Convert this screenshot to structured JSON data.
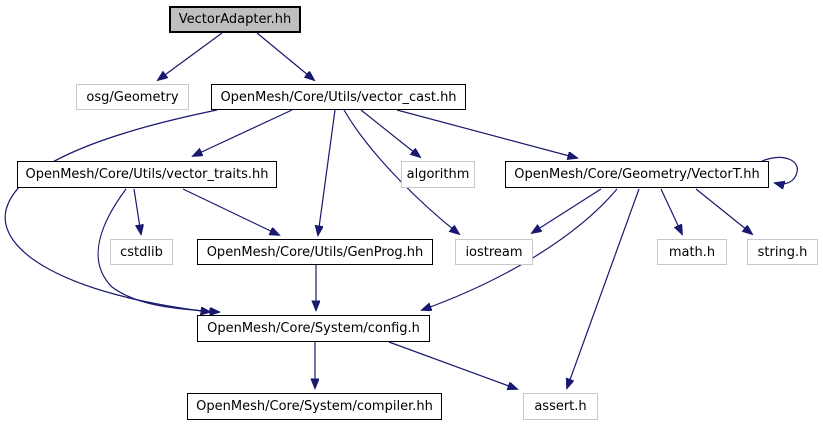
{
  "diagram": {
    "type": "include-dependency-graph",
    "nodes": {
      "vectoradapter": {
        "label": "VectorAdapter.hh",
        "kind": "root"
      },
      "osg_geometry": {
        "label": "osg/Geometry",
        "kind": "external"
      },
      "vector_cast": {
        "label": "OpenMesh/Core/Utils/vector_cast.hh",
        "kind": "internal"
      },
      "vector_traits": {
        "label": "OpenMesh/Core/Utils/vector_traits.hh",
        "kind": "internal"
      },
      "algorithm": {
        "label": "algorithm",
        "kind": "external"
      },
      "vectort": {
        "label": "OpenMesh/Core/Geometry/VectorT.hh",
        "kind": "internal"
      },
      "cstdlib": {
        "label": "cstdlib",
        "kind": "external"
      },
      "genprog": {
        "label": "OpenMesh/Core/Utils/GenProg.hh",
        "kind": "internal"
      },
      "iostream": {
        "label": "iostream",
        "kind": "external"
      },
      "math_h": {
        "label": "math.h",
        "kind": "external"
      },
      "string_h": {
        "label": "string.h",
        "kind": "external"
      },
      "config_h": {
        "label": "OpenMesh/Core/System/config.h",
        "kind": "internal"
      },
      "compiler_hh": {
        "label": "OpenMesh/Core/System/compiler.hh",
        "kind": "internal"
      },
      "assert_h": {
        "label": "assert.h",
        "kind": "external"
      }
    },
    "edges": [
      {
        "from": "vectoradapter",
        "to": "osg_geometry"
      },
      {
        "from": "vectoradapter",
        "to": "vector_cast"
      },
      {
        "from": "vector_cast",
        "to": "vector_traits"
      },
      {
        "from": "vector_cast",
        "to": "genprog"
      },
      {
        "from": "vector_cast",
        "to": "iostream"
      },
      {
        "from": "vector_cast",
        "to": "algorithm"
      },
      {
        "from": "vector_cast",
        "to": "vectort"
      },
      {
        "from": "vector_cast",
        "to": "config_h"
      },
      {
        "from": "vector_traits",
        "to": "cstdlib"
      },
      {
        "from": "vector_traits",
        "to": "genprog"
      },
      {
        "from": "vector_traits",
        "to": "config_h"
      },
      {
        "from": "genprog",
        "to": "config_h"
      },
      {
        "from": "vectort",
        "to": "vectort"
      },
      {
        "from": "vectort",
        "to": "iostream"
      },
      {
        "from": "vectort",
        "to": "config_h"
      },
      {
        "from": "vectort",
        "to": "assert_h"
      },
      {
        "from": "vectort",
        "to": "math_h"
      },
      {
        "from": "vectort",
        "to": "string_h"
      },
      {
        "from": "config_h",
        "to": "compiler_hh"
      },
      {
        "from": "config_h",
        "to": "assert_h"
      }
    ],
    "colors": {
      "edge": "#191970",
      "root_fill": "#bfbfbf",
      "internal_border": "#000000",
      "external_border": "#c8c8c8",
      "node_fill": "#ffffff",
      "text": "#000000",
      "background": "#ffffff"
    }
  }
}
